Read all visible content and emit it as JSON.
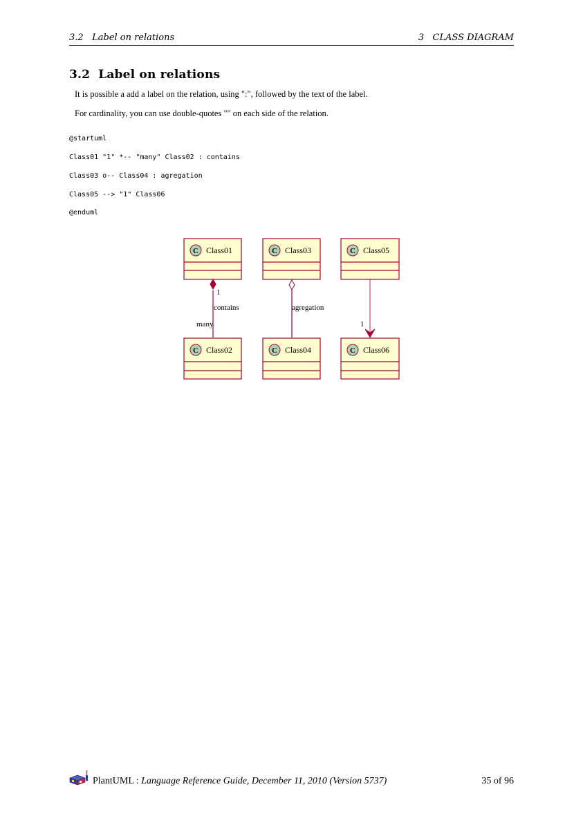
{
  "header": {
    "left": "3.2   Label on relations",
    "right": "3   CLASS DIAGRAM"
  },
  "section": {
    "number": "3.2",
    "title": "Label on relations"
  },
  "paragraphs": [
    "It is possible a add a label on the relation, using \":\", followed by the text of the label.",
    "For cardinality, you can use double-quotes \"\" on each side of the relation."
  ],
  "code": [
    "@startuml",
    "Class01 \"1\" *-- \"many\" Class02 : contains",
    "Class03 o-- Class04 : agregation",
    "Class05 --> \"1\" Class06",
    "@enduml"
  ],
  "diagram": {
    "class_icon": "C",
    "classes": [
      "Class01",
      "Class02",
      "Class03",
      "Class04",
      "Class05",
      "Class06"
    ],
    "relations": {
      "contains_label": "contains",
      "contains_card_top": "1",
      "contains_card_bottom": "many",
      "agregation_label": "agregation",
      "arrow_card": "1"
    },
    "colors": {
      "class_fill": "#fefece",
      "class_border": "#a80036",
      "icon_fill": "#add1b2",
      "line": "#a80036"
    }
  },
  "footer": {
    "brand": "PlantUML",
    "separator": " : ",
    "subtitle": "Language Reference Guide, December 11, 2010 (Version 5737)",
    "page": "35 of 96"
  }
}
